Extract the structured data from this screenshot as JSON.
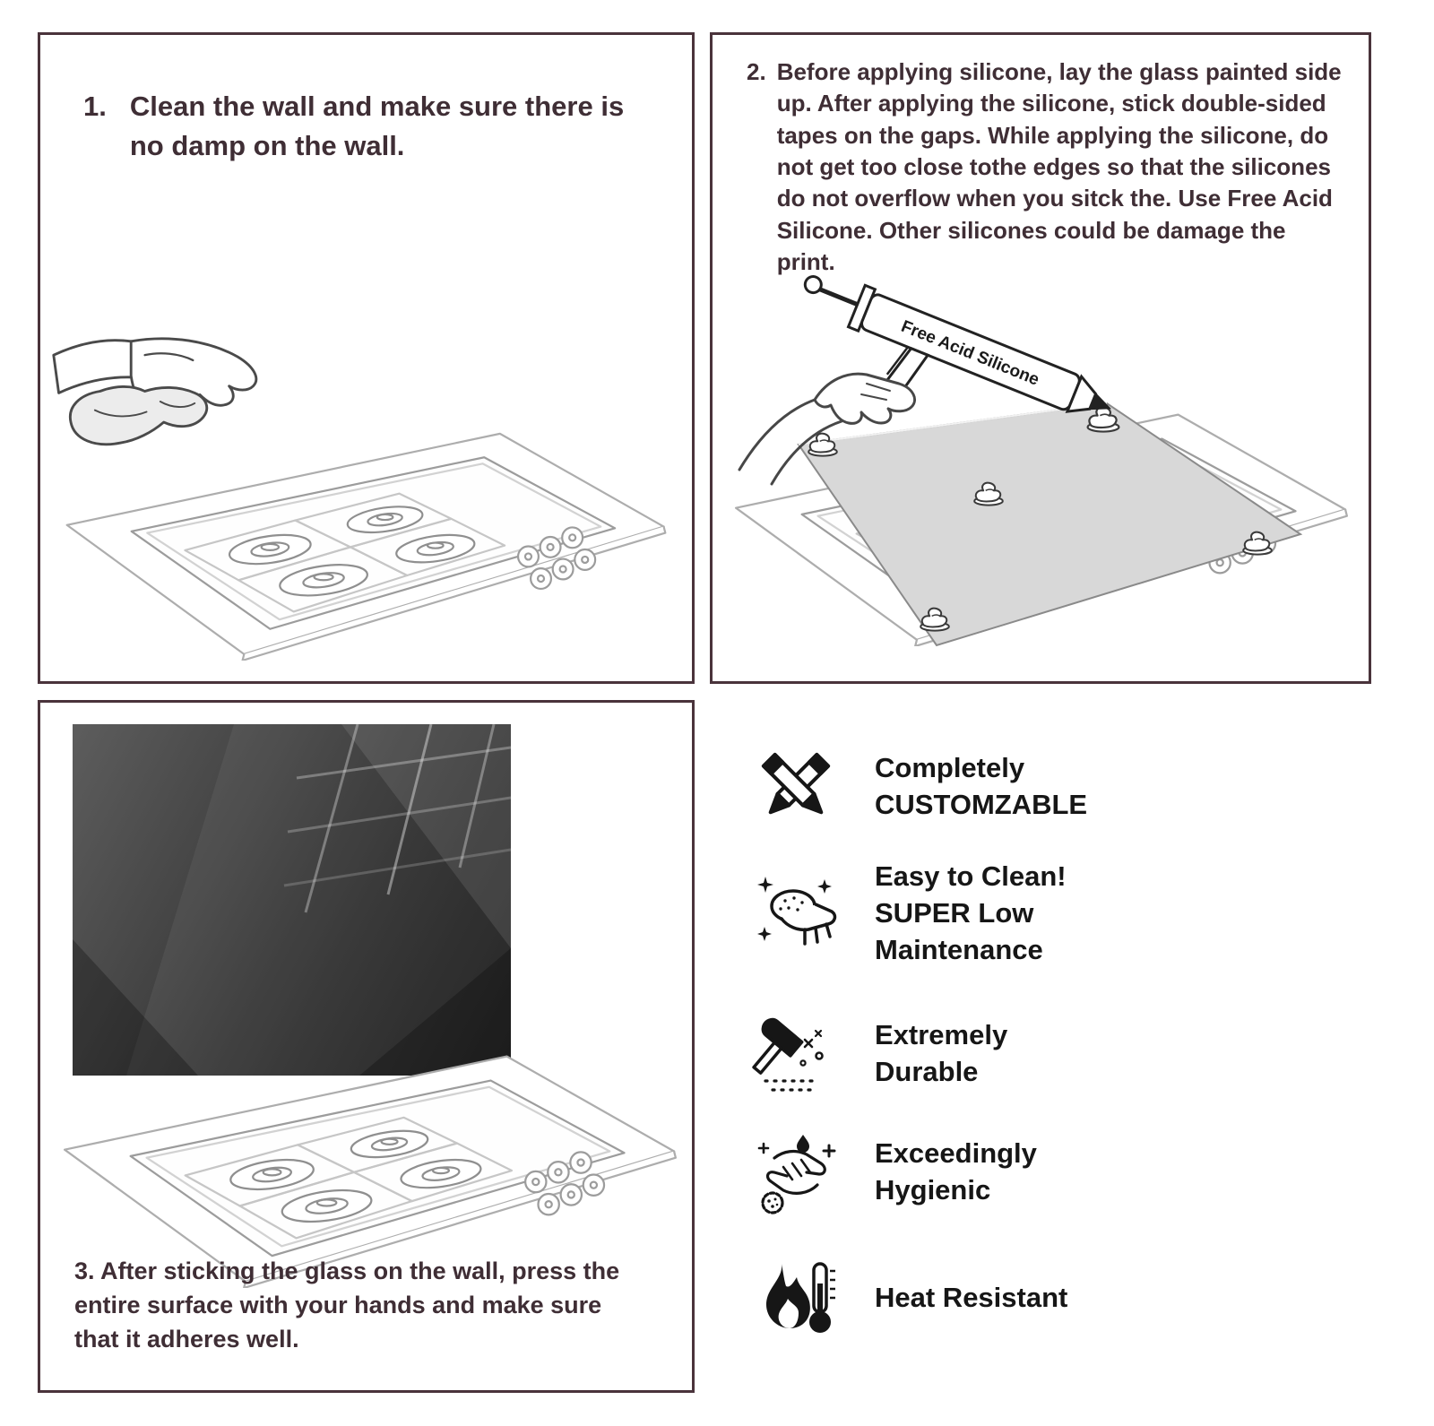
{
  "colors": {
    "panel_border": "#4a333b",
    "step_text": "#3f2e35",
    "feature_text": "#161616",
    "glass_dark": "#1a1a1a",
    "sketch_stroke": "#a8a8a8"
  },
  "steps": {
    "step1": {
      "number": "1.",
      "text": "Clean the wall and make sure there is no damp on the wall."
    },
    "step2": {
      "number": "2.",
      "text": "Before applying silicone, lay the glass painted side up. After applying the silicone, stick double-sided tapes on the gaps. While applying the silicone, do not get too close tothe edges so that the silicones do not overflow when you sitck the. Use Free Acid Silicone. Other silicones could be damage the print."
    },
    "step3": {
      "text": "3. After sticking the glass on the wall, press the entire surface with your hands and make sure that it adheres well."
    }
  },
  "illustrations": {
    "caulk_tube_label": "Free Acid Silicone"
  },
  "features": [
    {
      "icon": "pencil-customize-icon",
      "lines": [
        "Completely",
        "CUSTOMZABLE"
      ]
    },
    {
      "icon": "sponge-clean-icon",
      "lines": [
        "Easy to Clean!",
        "SUPER Low",
        "Maintenance"
      ]
    },
    {
      "icon": "hammer-durable-icon",
      "lines": [
        "Extremely",
        "Durable"
      ]
    },
    {
      "icon": "wash-hands-icon",
      "lines": [
        "Exceedingly",
        "Hygienic"
      ]
    },
    {
      "icon": "heat-resistant-icon",
      "lines": [
        "Heat Resistant"
      ]
    }
  ]
}
